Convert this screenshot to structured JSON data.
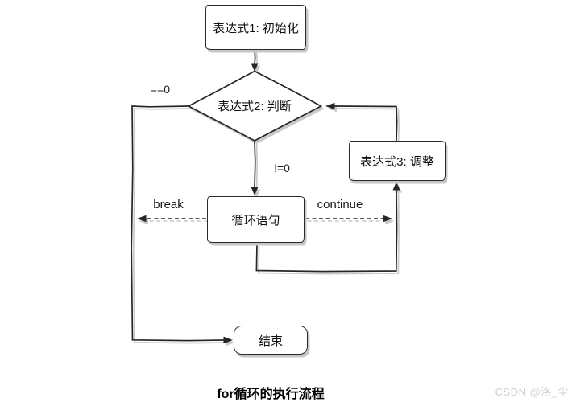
{
  "diagram": {
    "title": "for循环的执行流程",
    "watermark": "CSDN @洛_尘",
    "nodes": {
      "init": {
        "label": "表达式1: 初始化",
        "type": "process"
      },
      "condition": {
        "label": "表达式2: 判断",
        "type": "decision"
      },
      "adjust": {
        "label": "表达式3: 调整",
        "type": "process"
      },
      "body": {
        "label": "循环语句",
        "type": "process"
      },
      "end": {
        "label": "结束",
        "type": "terminator"
      }
    },
    "edge_labels": {
      "condition_false": "==0",
      "condition_true": "!=0",
      "break": "break",
      "continue": "continue"
    },
    "colors": {
      "line": "#262626",
      "line_shadow": "#c9c9c9",
      "node_border": "#2a2a2a",
      "node_fill": "#ffffff",
      "watermark": "#d0d0d0",
      "background": "#ffffff"
    }
  }
}
